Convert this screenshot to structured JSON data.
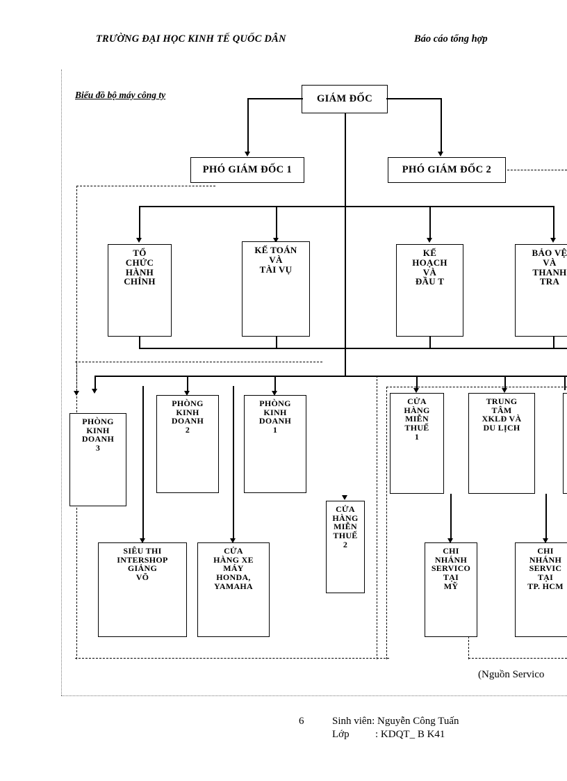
{
  "header": {
    "left": "TRƯỜNG ĐẠI HỌC KINH TẾ QUỐC DÂN",
    "right": "Báo cáo tổng hợp"
  },
  "diagram": {
    "title": "Biểu đồ bộ máy công ty",
    "source_note": "(Nguồn Servico",
    "nodes": {
      "director": "GIÁM ĐỐC",
      "deputy1": "PHÓ GIÁM ĐỐC 1",
      "deputy2": "PHÓ GIÁM ĐỐC 2",
      "dept_org": "TỔ\nCHỨC\nHÀNH\nCHÍNH",
      "dept_accounting": "KẾ TOÁN\nVÀ\nTÀI VỤ",
      "dept_planning": "KẾ\nHOẠCH\nVÀ\nĐẦU T",
      "dept_security": "BẢO VỆ\nVÀ\nTHANH\nTRA",
      "sales3": "PHÒNG\nKINH\nDOANH\n3",
      "sales2": "PHÒNG\nKINH\nDOANH\n2",
      "sales1": "PHÒNG\nKINH\nDOANH\n1",
      "dutyfree1": "CỬA\nHÀNG\nMIỄN\nTHUẾ\n1",
      "dutyfree2": "CỬA\nHÀNG\nMIỄN\nTHUẾ\n2",
      "travel_center": "TRUNG\nTÂM\nXKLĐ VÀ\nDU LỊCH",
      "supermarket": "SIÊU THI\nINTERSHOP\nGIẢNG\nVÕ",
      "motorbike_shop": "CỬA\nHÀNG XE\nMÁY\nHONDA,\nYAMAHA",
      "branch_usa": "CHI\nNHÁNH\nSERVICO\nTẠI\nMỸ",
      "branch_hcm": "CHI\nNHÁNH\nSERVIC\nTẠI\nTP. HCM"
    }
  },
  "footer": {
    "page_number": "6",
    "student_label": "Sinh viên:",
    "student_name": "Nguyễn Công Tuấn",
    "class_label": "Lớp",
    "class_value": ": KDQT_ B K41"
  }
}
